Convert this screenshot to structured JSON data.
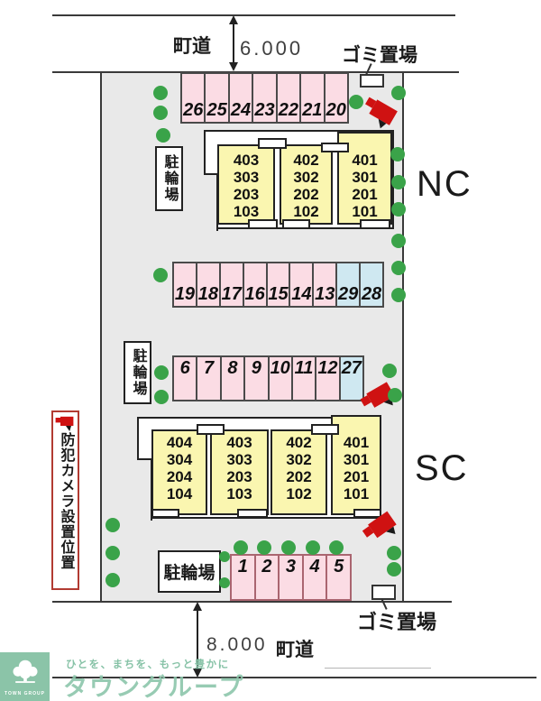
{
  "roads": {
    "top": {
      "name": "町道",
      "width_label": "6.000"
    },
    "bottom": {
      "name": "町道",
      "width_label": "8.000"
    }
  },
  "labels": {
    "garbage": "ゴミ置場",
    "bicycle": "駐輪場",
    "security_camera_note": "防犯カメラ設置位置"
  },
  "buildings": {
    "nc": {
      "name": "NC",
      "columns": [
        [
          "403",
          "303",
          "203",
          "103"
        ],
        [
          "402",
          "302",
          "202",
          "102"
        ],
        [
          "401",
          "301",
          "201",
          "101"
        ]
      ]
    },
    "sc": {
      "name": "SC",
      "columns": [
        [
          "404",
          "304",
          "204",
          "104"
        ],
        [
          "403",
          "303",
          "203",
          "103"
        ],
        [
          "402",
          "302",
          "202",
          "102"
        ],
        [
          "401",
          "301",
          "201",
          "101"
        ]
      ]
    }
  },
  "parking": {
    "row_top": [
      "26",
      "25",
      "24",
      "23",
      "22",
      "21",
      "20"
    ],
    "row_mid_upper": [
      "19",
      "18",
      "17",
      "16",
      "15",
      "14",
      "13",
      "29",
      "28"
    ],
    "row_mid_lower": [
      "6",
      "7",
      "8",
      "9",
      "10",
      "11",
      "12",
      "27"
    ],
    "row_bottom": [
      "1",
      "2",
      "3",
      "4",
      "5"
    ]
  },
  "footer_logo": {
    "tagline": "ひとを、まちを、もっと豊かに",
    "brand": "タウングループ",
    "badge": "TOWN GROUP"
  },
  "colors": {
    "parking_pink": "#fbdce4",
    "parking_blue": "#cfe8f1",
    "building_yellow": "#faf6b0",
    "tree_green": "#3aa349",
    "camera_red": "#cf1212",
    "site_gray": "#e9e9e9",
    "logo_green": "#8bc4a8"
  }
}
